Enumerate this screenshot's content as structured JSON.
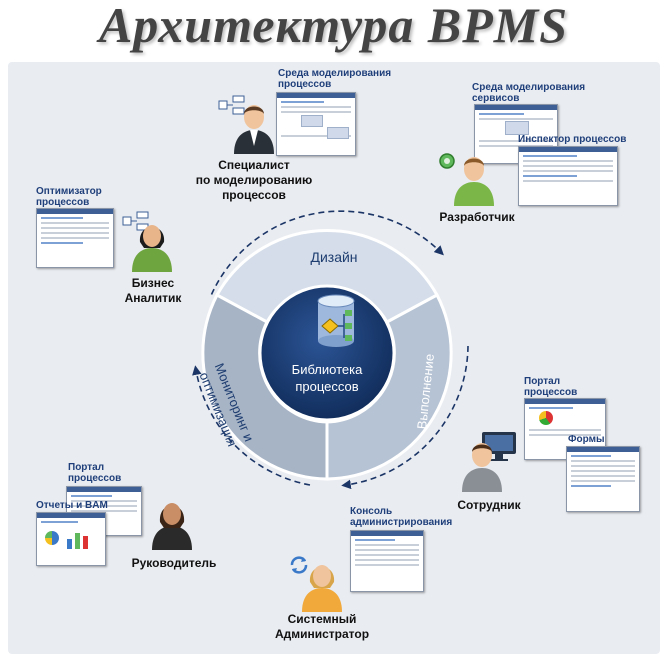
{
  "title": "Архитектура BPMS",
  "center": {
    "line1": "Библиотека",
    "line2": "процессов"
  },
  "ring": {
    "design": "Дизайн",
    "execution": "Выполнение",
    "monitoring_l1": "Мониторинг и",
    "monitoring_l2": "оптимизация"
  },
  "labels": {
    "modeling_env_1": "Среда моделирования",
    "modeling_env_2": "процессов",
    "services_env_1": "Среда моделирования",
    "services_env_2": "сервисов",
    "inspector": "Инспектор процессов",
    "optimizer_1": "Оптимизатор",
    "optimizer_2": "процессов",
    "portal_r_1": "Портал",
    "portal_r_2": "процессов",
    "forms": "Формы",
    "portal_l_1": "Портал",
    "portal_l_2": "процессов",
    "reports": "Отчеты и BAM",
    "console_1": "Консоль",
    "console_2": "администрирования"
  },
  "roles": {
    "modeler_1": "Специалист",
    "modeler_2": "по моделированию",
    "modeler_3": "процессов",
    "developer": "Разработчик",
    "analyst_1": "Бизнес",
    "analyst_2": "Аналитик",
    "employee": "Сотрудник",
    "manager": "Руководитель",
    "admin_1": "Системный",
    "admin_2": "Администратор"
  },
  "colors": {
    "ring_light": "#d4dde9",
    "ring_mid": "#b6c3d4",
    "ring_dark": "#a7b4c6",
    "center": "#15356a",
    "arrow": "#1b3566"
  }
}
